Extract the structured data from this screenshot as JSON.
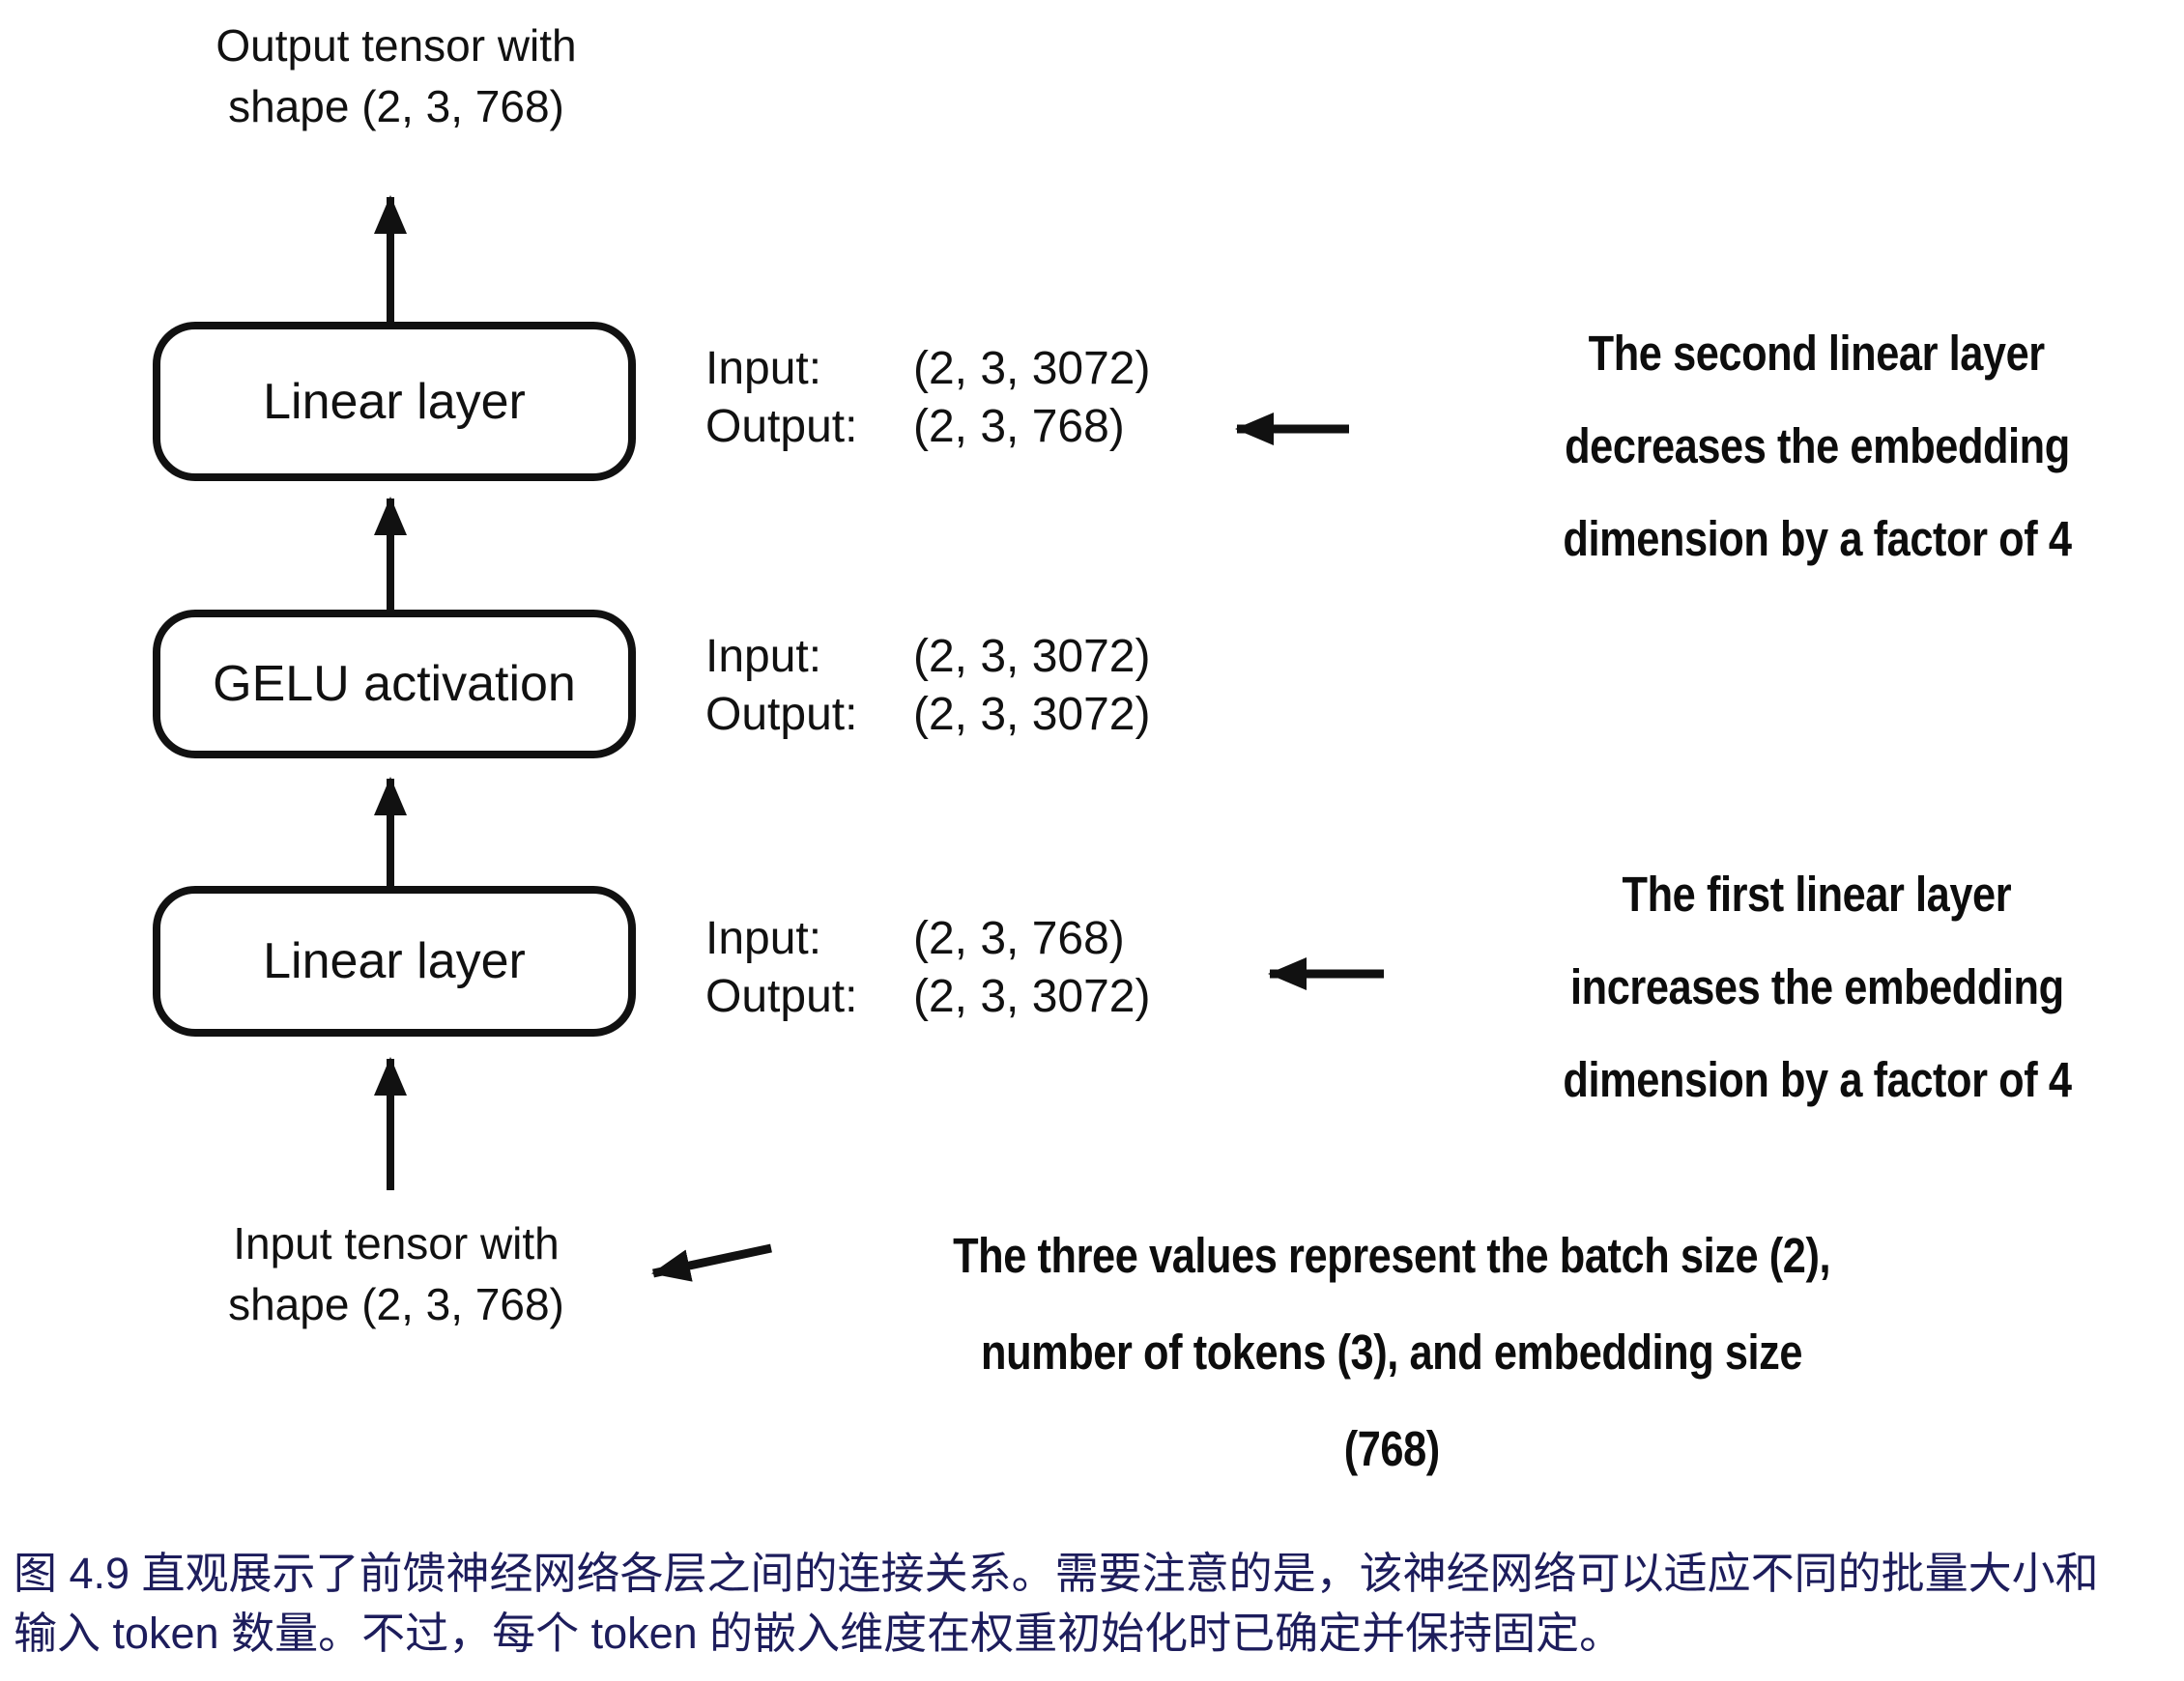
{
  "colors": {
    "ink": "#111111",
    "caption": "#1d1d5c",
    "background": "#ffffff"
  },
  "diagram": {
    "output_tensor": {
      "line1": "Output tensor with",
      "line2": "shape (2, 3, 768)"
    },
    "input_tensor": {
      "line1": "Input tensor with",
      "line2": "shape (2, 3, 768)"
    },
    "boxes": [
      {
        "label": "Linear layer"
      },
      {
        "label": "GELU activation"
      },
      {
        "label": "Linear layer"
      }
    ],
    "io": [
      {
        "input_label": "Input:",
        "input_value": "(2, 3, 3072)",
        "output_label": "Output:",
        "output_value": "(2, 3, 768)"
      },
      {
        "input_label": "Input:",
        "input_value": "(2, 3, 3072)",
        "output_label": "Output:",
        "output_value": "(2, 3, 3072)"
      },
      {
        "input_label": "Input:",
        "input_value": "(2, 3, 768)",
        "output_label": "Output:",
        "output_value": "(2, 3, 3072)"
      }
    ],
    "notes": {
      "second_linear": {
        "line1": "The second linear layer",
        "line2": "decreases the embedding",
        "line3": "dimension by a factor of 4"
      },
      "first_linear": {
        "line1": "The first linear layer",
        "line2": "increases the embedding",
        "line3": "dimension by a factor of 4"
      },
      "batch_values": {
        "line1": "The three values represent the batch size (2),",
        "line2": "number of tokens (3), and embedding size",
        "line3": "(768)"
      }
    },
    "icons": {
      "up_arrow": "arrow-up",
      "left_arrow": "arrow-left",
      "diagonal_arrow": "arrow-down-left"
    }
  },
  "caption": {
    "line1": "图 4.9 直观展示了前馈神经网络各层之间的连接关系。需要注意的是，该神经网络可以适应不同的批量大小和",
    "line2": "输入 token 数量。不过，每个 token 的嵌入维度在权重初始化时已确定并保持固定。"
  }
}
